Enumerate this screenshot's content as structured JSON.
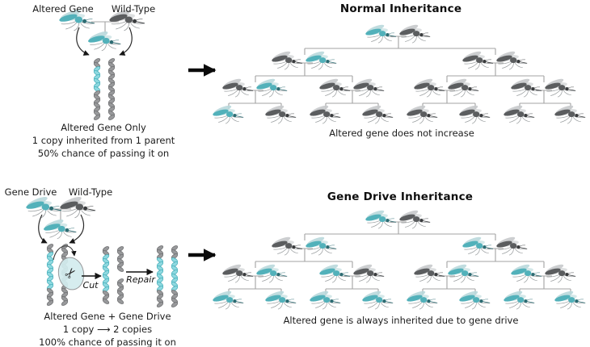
{
  "colors": {
    "teal_body": "#52b1ba",
    "teal_head": "#2d6c73",
    "teal_wing": "#b9d8db",
    "gray_body": "#5b5d5f",
    "gray_head": "#393b3d",
    "gray_wing": "#c7c9cb",
    "chrom_gray": "#98999b",
    "chrom_gray_dark": "#6e6f71",
    "chrom_teal": "#8ed9e0",
    "chrom_teal_dark": "#46aeb9",
    "connector": "#a3a3a3",
    "arrow_black": "#0b0b0b",
    "scissor_fill": "#d3ecee",
    "scissor_stroke": "#8f9193",
    "text": "#1b1b1b"
  },
  "scissors_icon": "✂",
  "normal_panel": {
    "parent_labels": {
      "left": "Altered Gene",
      "right": "Wild-Type"
    },
    "parents": [
      "teal",
      "gray"
    ],
    "offspring": "teal",
    "chromosomes": [
      "altered",
      "wildtype"
    ],
    "note_lines": [
      "Altered Gene Only",
      "1 copy inherited from 1 parent",
      "50% chance of passing it on"
    ],
    "title": "Normal Inheritance",
    "caption": "Altered gene does not increase",
    "tree": {
      "gen1": [
        [
          "teal",
          "gray"
        ]
      ],
      "gen2": [
        [
          "gray",
          "teal"
        ],
        [
          "gray",
          "gray"
        ]
      ],
      "gen3": [
        [
          "gray",
          "teal"
        ],
        [
          "gray",
          "gray"
        ],
        [
          "gray",
          "gray"
        ],
        [
          "gray",
          "gray"
        ]
      ],
      "gen4": [
        "teal",
        "gray",
        "gray",
        "gray",
        "gray",
        "gray",
        "gray",
        "gray"
      ]
    }
  },
  "drive_panel": {
    "parent_labels": {
      "left": "Gene Drive",
      "right": "Wild-Type"
    },
    "parents": [
      "teal",
      "gray"
    ],
    "offspring": "teal",
    "steps": [
      {
        "label": "",
        "chromosomes": [
          "drive",
          "wildtype"
        ],
        "has_scissors": true
      },
      {
        "label": "Cut",
        "chromosomes": [
          "drive",
          "cut"
        ]
      },
      {
        "label": "Repair",
        "chromosomes": [
          "repaired",
          "repaired"
        ]
      }
    ],
    "note_lines": [
      "Altered Gene + Gene Drive",
      "1 copy ⟶ 2 copies",
      "100% chance of passing it on"
    ],
    "title": "Gene Drive Inheritance",
    "caption": "Altered gene is always inherited due to gene drive",
    "tree": {
      "gen1": [
        [
          "teal",
          "gray"
        ]
      ],
      "gen2": [
        [
          "gray",
          "teal"
        ],
        [
          "teal",
          "gray"
        ]
      ],
      "gen3": [
        [
          "gray",
          "teal"
        ],
        [
          "teal",
          "gray"
        ],
        [
          "gray",
          "teal"
        ],
        [
          "teal",
          "gray"
        ]
      ],
      "gen4": [
        "teal",
        "teal",
        "teal",
        "teal",
        "teal",
        "teal",
        "teal",
        "teal"
      ]
    }
  }
}
